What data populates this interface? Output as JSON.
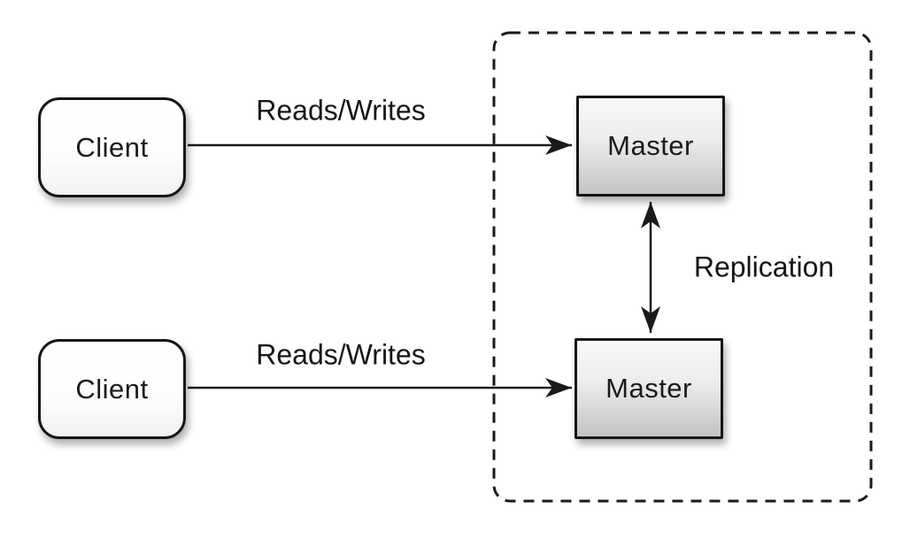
{
  "diagram": {
    "type": "architecture-diagram",
    "nodes": {
      "client_top": {
        "label": "Client"
      },
      "client_bottom": {
        "label": "Client"
      },
      "master_top": {
        "label": "Master"
      },
      "master_bottom": {
        "label": "Master"
      }
    },
    "edges": {
      "reads_writes_top": {
        "label": "Reads/Writes",
        "from": "client_top",
        "to": "master_top",
        "direction": "right"
      },
      "reads_writes_bottom": {
        "label": "Reads/Writes",
        "from": "client_bottom",
        "to": "master_bottom",
        "direction": "right"
      },
      "replication": {
        "label": "Replication",
        "from": "master_top",
        "to": "master_bottom",
        "direction": "both"
      }
    },
    "groups": {
      "master_cluster": {
        "border_style": "dashed-rounded",
        "contains": "master_top, master_bottom"
      }
    },
    "colors": {
      "background": "#ffffff",
      "ink": "#1a1a1a",
      "node_border": "#161616",
      "client_fill": "#ffffff",
      "master_fill_top": "#f8f8f8",
      "master_fill_bottom": "#c3c3c3"
    }
  }
}
